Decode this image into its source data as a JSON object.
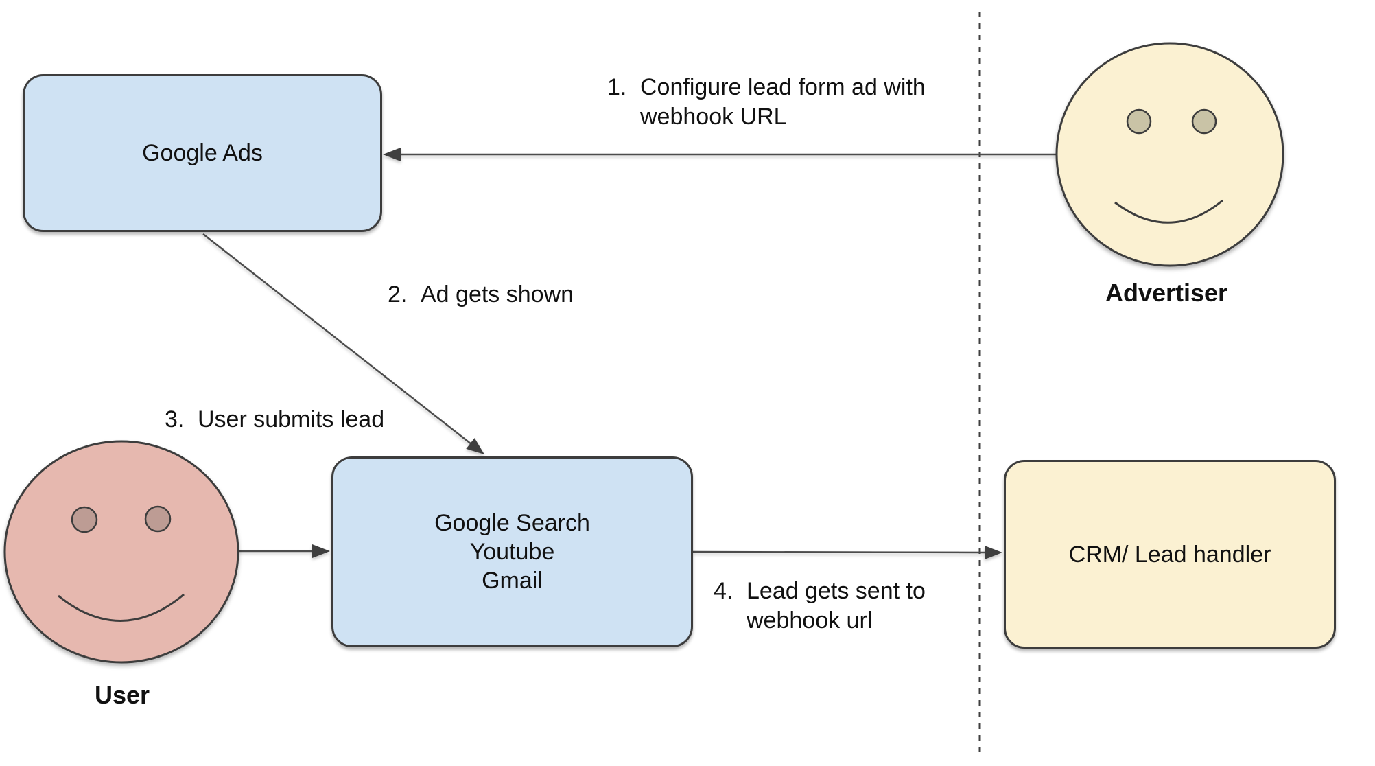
{
  "diagram": {
    "nodes": {
      "google_ads": {
        "label": "Google Ads"
      },
      "google_surfaces": {
        "lines": [
          "Google Search",
          "Youtube",
          "Gmail"
        ]
      },
      "crm": {
        "label": "CRM/ Lead handler"
      }
    },
    "actors": {
      "advertiser": {
        "label": "Advertiser"
      },
      "user": {
        "label": "User"
      }
    },
    "steps": [
      {
        "number": "1.",
        "lines": [
          "Configure lead form ad with",
          "webhook URL"
        ]
      },
      {
        "number": "2.",
        "lines": [
          "Ad gets shown"
        ]
      },
      {
        "number": "3.",
        "lines": [
          "User submits lead"
        ]
      },
      {
        "number": "4.",
        "lines": [
          "Lead gets sent to",
          "webhook url"
        ]
      }
    ],
    "colors": {
      "node_blue_fill": "#cfe2f3",
      "node_yellow_fill": "#fbf1d2",
      "user_face_fill": "#e6b8af",
      "user_eye_fill": "#bd9c94",
      "advertiser_face_fill": "#fbf1d2",
      "advertiser_eye_fill": "#c9c3a6",
      "shape_stroke": "#3d3d3d",
      "arrow_stroke": "#4c4c4c"
    }
  }
}
